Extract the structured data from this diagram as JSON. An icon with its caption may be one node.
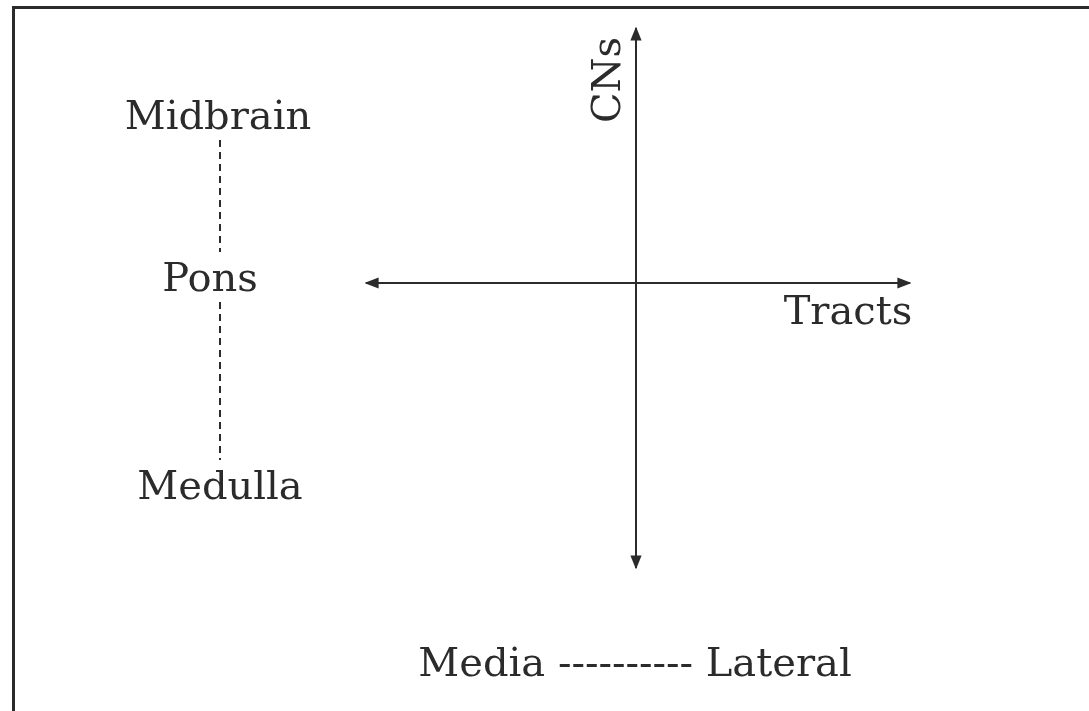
{
  "diagram": {
    "nodes": [
      {
        "text": [
          "Midbrain"
        ]
      },
      {
        "text": [
          "Pons"
        ]
      },
      {
        "text": [
          "Medulla"
        ]
      }
    ],
    "edges": [
      {
        "from": 0,
        "to": 1,
        "arrow": "none",
        "style": "dashed"
      },
      {
        "from": 1,
        "to": 2,
        "arrow": "none",
        "style": "dashed"
      }
    ],
    "labels": [
      "CNs",
      "Tracts",
      "Media ---------- Lateral"
    ]
  }
}
